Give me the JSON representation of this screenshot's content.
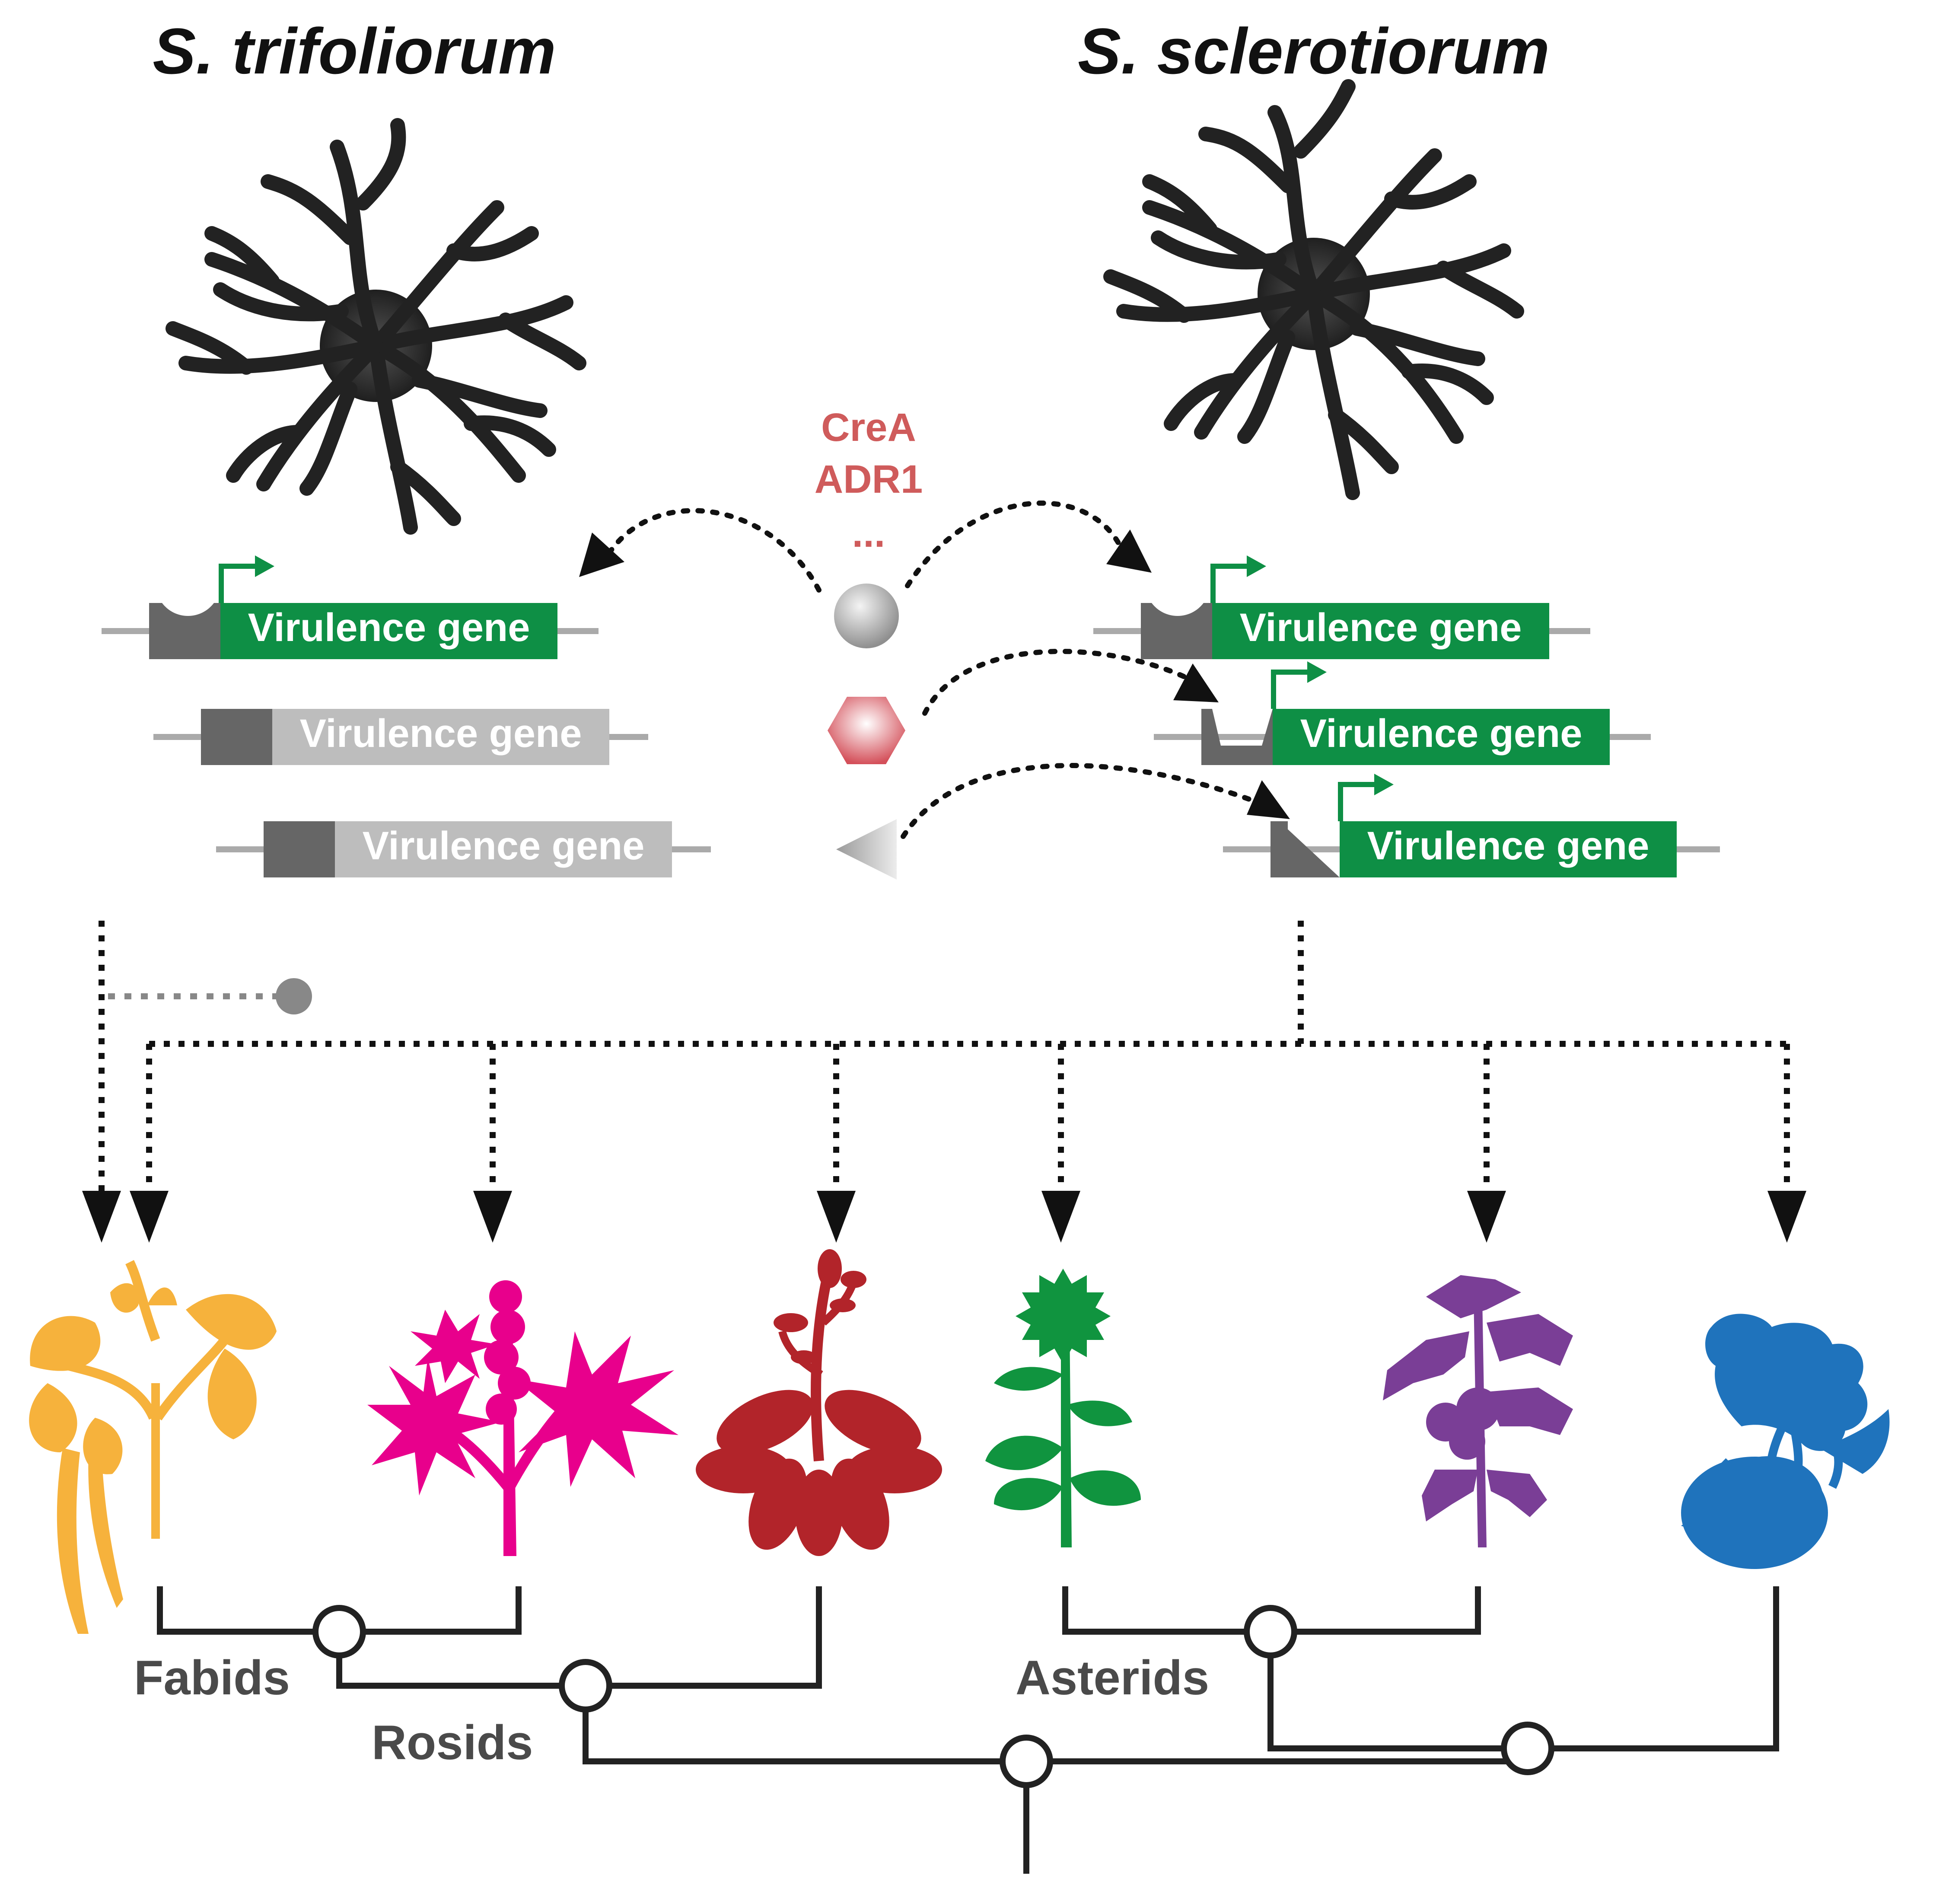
{
  "titles": {
    "left": "S. trifoliorum",
    "right": "S. sclerotiorum"
  },
  "factors": {
    "line1": "CreA",
    "line2": "ADR1",
    "line3": "..."
  },
  "genes": {
    "label": "Virulence gene",
    "active_color": "#0e8f45",
    "inactive_color": "#bdbdbd",
    "promoter_color": "#666666"
  },
  "clades": {
    "fabids": "Fabids",
    "rosids": "Rosids",
    "asterids": "Asterids"
  },
  "plant_colors": {
    "bean": "#f6b23c",
    "castor": "#e8008c",
    "arabidopsis": "#b2242a",
    "sunflower": "#10943f",
    "tomato": "#7a3e96",
    "beet": "#1f73bc"
  },
  "factor_colors": {
    "label": "#cf5b5b",
    "hexagon": "#d9616a",
    "sphere": "#b5b5b5"
  }
}
